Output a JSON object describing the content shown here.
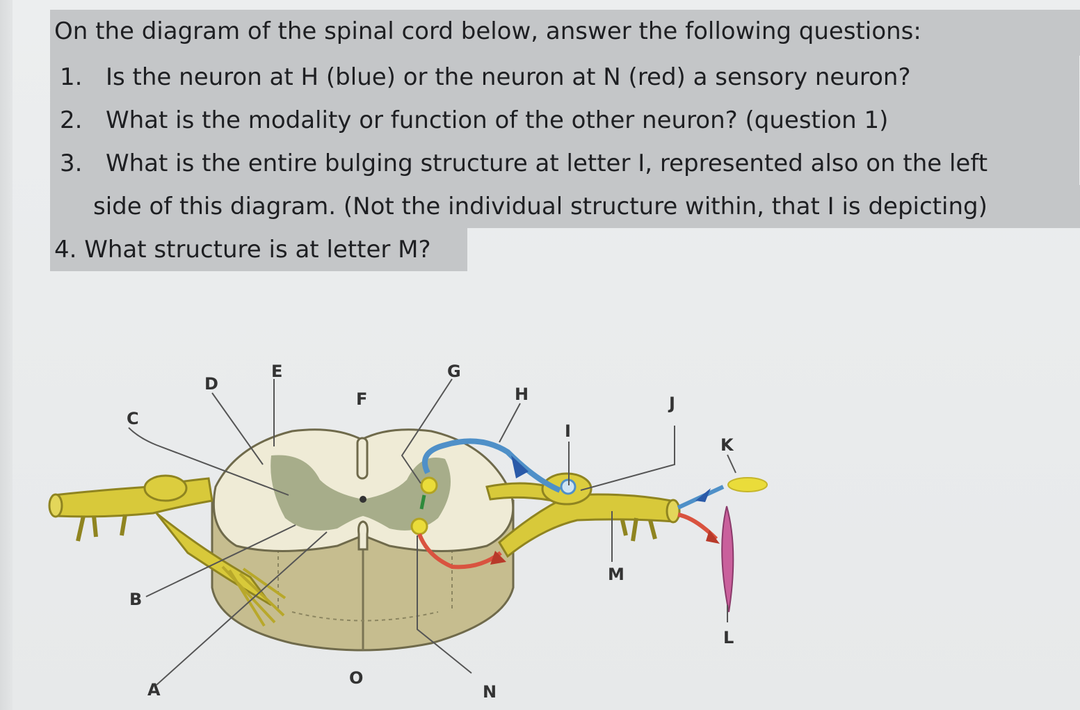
{
  "instructions": {
    "title": "On the diagram of the spinal cord below, answer the following questions:",
    "questions": [
      {
        "number": "1.",
        "text": "Is the neuron at H (blue) or the neuron at N (red) a sensory neuron?"
      },
      {
        "number": "2.",
        "text": "What is the modality or function of the other neuron? (question 1)"
      },
      {
        "number": "3.",
        "text": "What is the entire bulging structure at letter I, represented also on the left",
        "continuation": "side of this diagram. (Not the individual structure within, that I is depicting)"
      },
      {
        "number": "4.",
        "text": "What structure is at letter M?"
      }
    ]
  },
  "diagram": {
    "labels": [
      "A",
      "B",
      "C",
      "D",
      "E",
      "F",
      "G",
      "H",
      "I",
      "J",
      "K",
      "L",
      "M",
      "N",
      "O"
    ],
    "colors": {
      "nerve": "#d8c93a",
      "white_matter": "#efebd6",
      "gray_matter": "#8f9870",
      "sensory_neuron": "#4f90c8",
      "motor_neuron": "#d9533f",
      "muscle": "#c9609c",
      "receptor": "#eadc3a"
    }
  }
}
